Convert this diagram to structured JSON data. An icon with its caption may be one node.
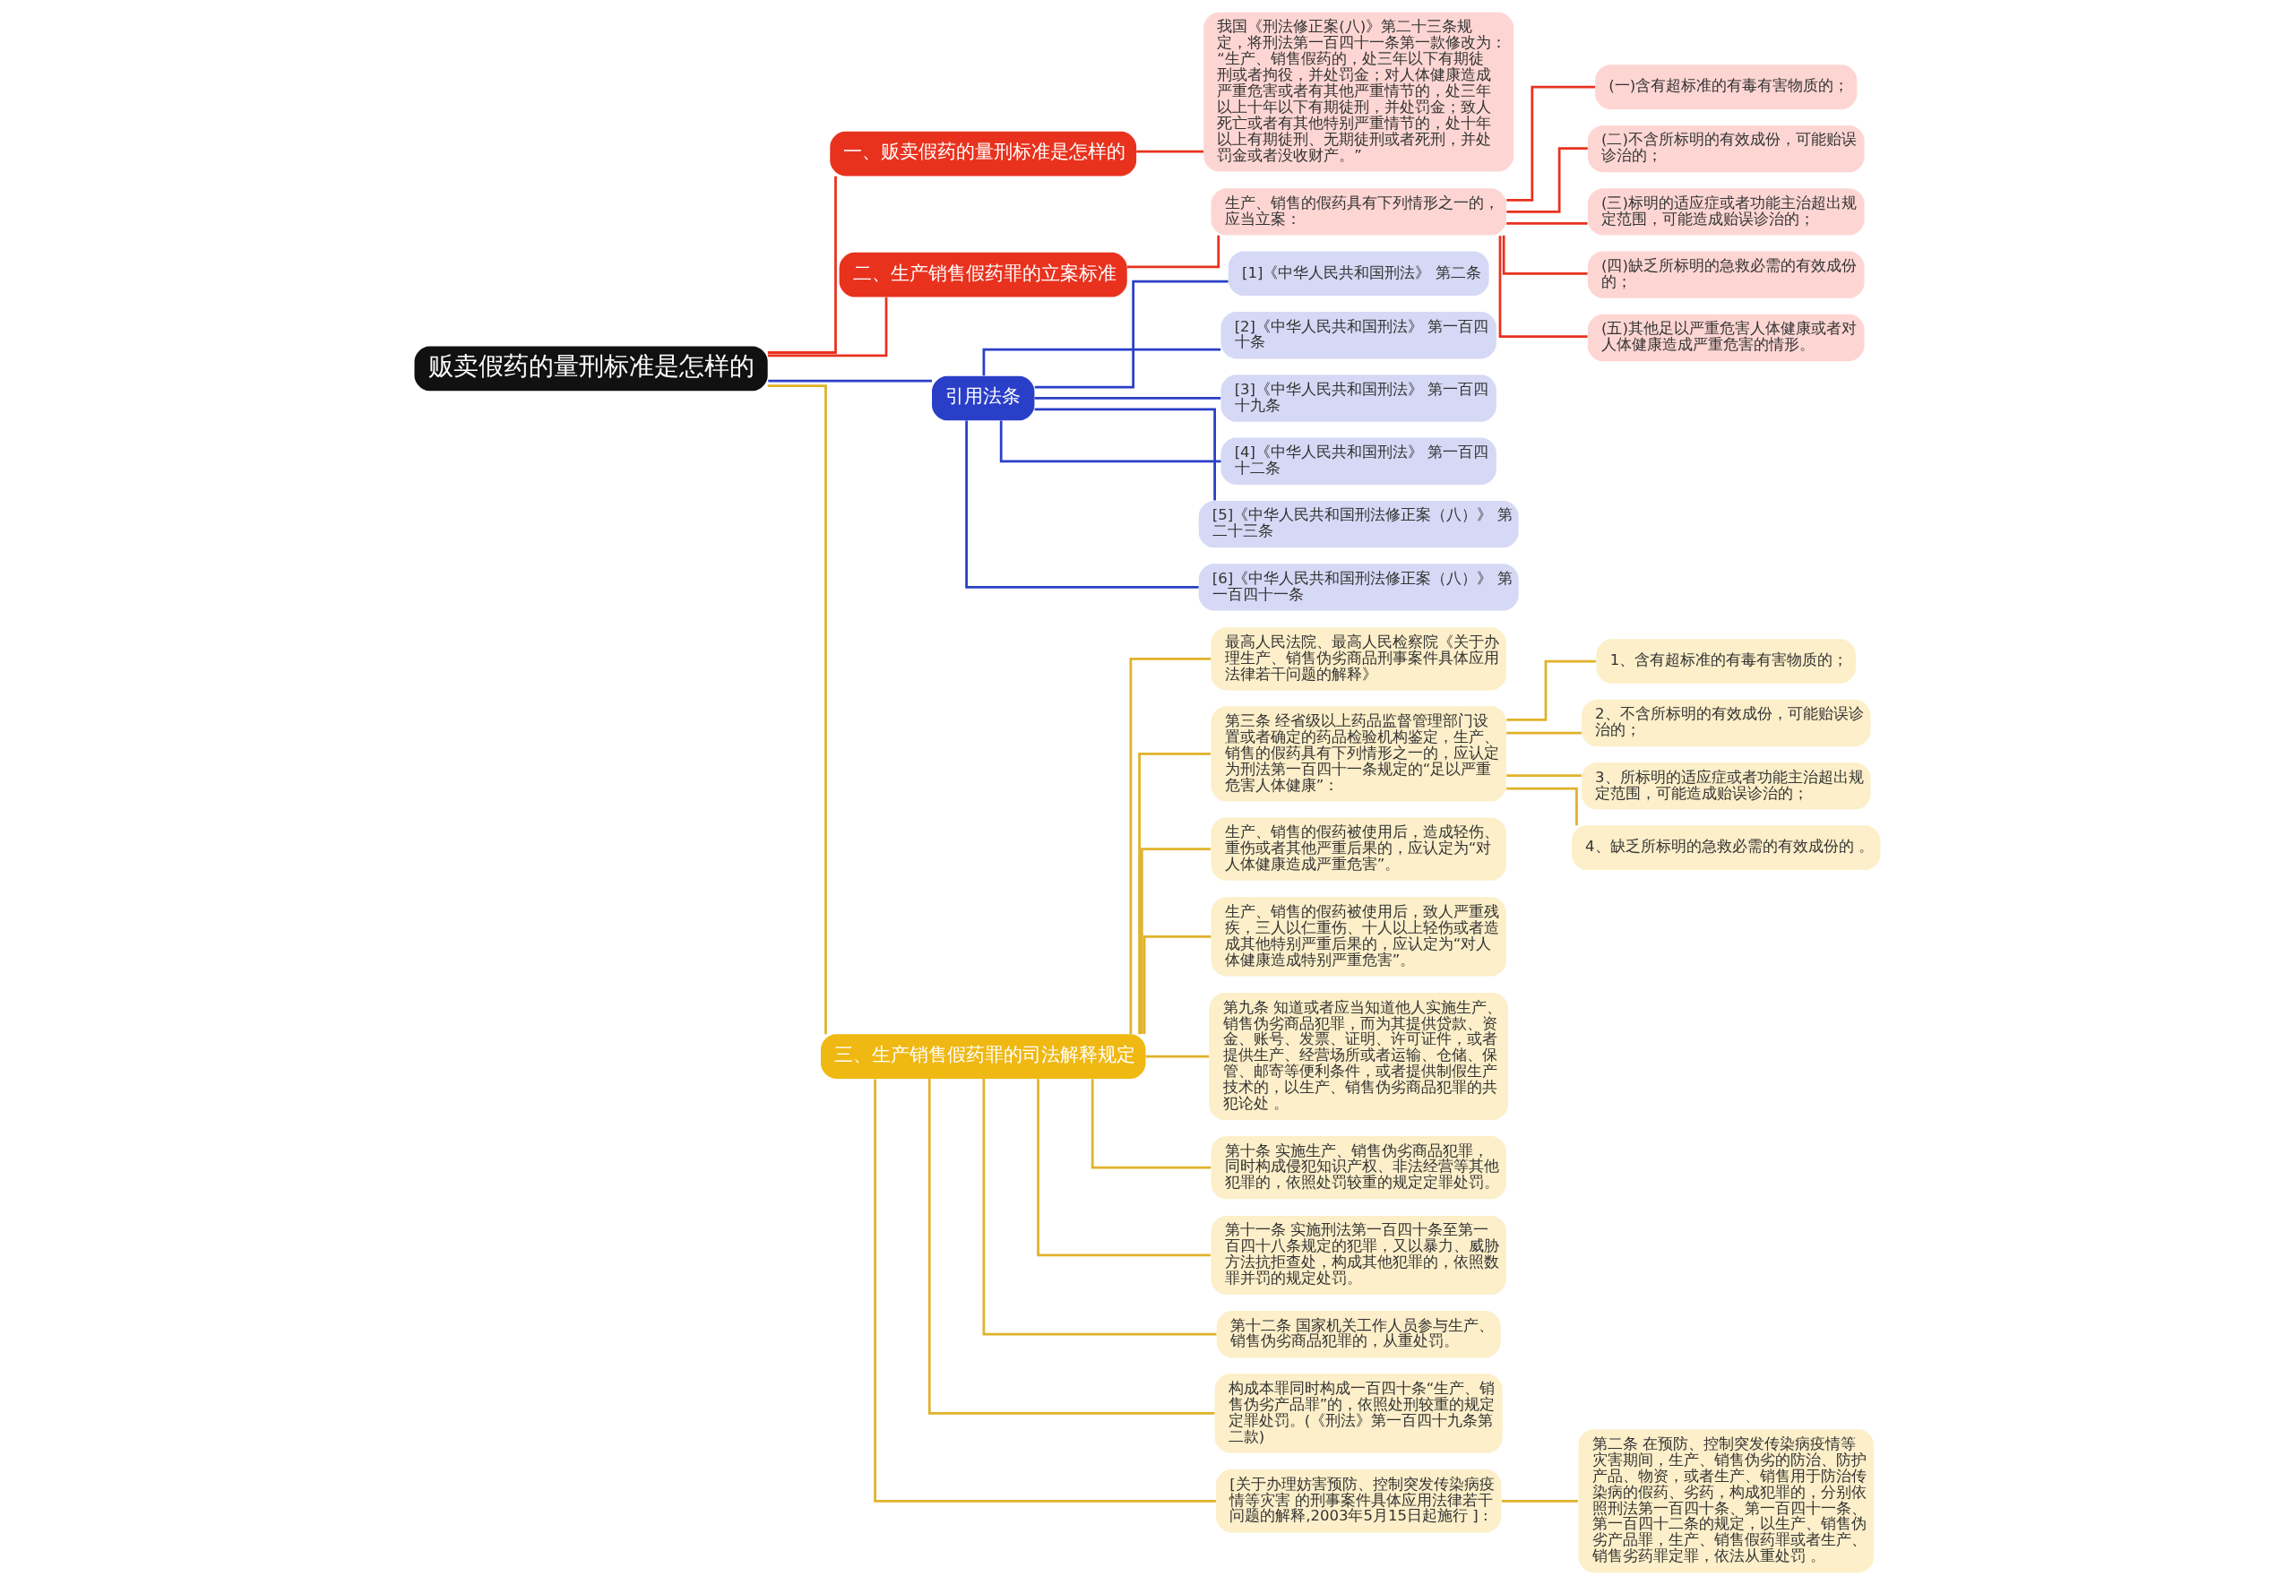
{
  "diagram": {
    "nodes": [
      {
        "text": [
          "贩卖假药的量刑标准是怎样的"
        ]
      },
      {
        "text": [
          "一、贩卖假药的量刑标准是怎样的"
        ]
      },
      {
        "text": [
          "我国《刑法修正案(八)》第二十三条规定，将刑法第一百四十一条第一款修改为：“生产、销售假药的，处三年以下有期徒刑或者拘役，并处罚金；对人体健康造成严重危害或者有其他严重情节的，处三年以上十年以下有期徒刑，并处罚金；致人死亡或者有其他特别严重情节的，处十年以上有期徒刑、无期徒刑或者死刑，并处罚金或者没收财产。”"
        ]
      },
      {
        "text": [
          "二、生产销售假药罪的立案标准"
        ]
      },
      {
        "text": [
          "生产、销售的假药具有下列情形之一的，应当立案："
        ]
      },
      {
        "text": [
          "(一)含有超标准的有毒有害物质的；"
        ]
      },
      {
        "text": [
          "(二)不含所标明的有效成份，可能贻误诊治的；"
        ]
      },
      {
        "text": [
          "(三)标明的适应症或者功能主治超出规定范围，可能造成贻误诊治的；"
        ]
      },
      {
        "text": [
          "(四)缺乏所标明的急救必需的有效成份的；"
        ]
      },
      {
        "text": [
          "(五)其他足以严重危害人体健康或者对人体健康造成严重危害的情形。"
        ]
      },
      {
        "text": [
          "引用法条"
        ]
      },
      {
        "text": [
          "[1]《中华人民共和国刑法》 第二条"
        ]
      },
      {
        "text": [
          "[2]《中华人民共和国刑法》 第一百四十条"
        ]
      },
      {
        "text": [
          "[3]《中华人民共和国刑法》 第一百四十九条"
        ]
      },
      {
        "text": [
          "[4]《中华人民共和国刑法》 第一百四十二条"
        ]
      },
      {
        "text": [
          "[5]《中华人民共和国刑法修正案（八）》 第二十三条"
        ]
      },
      {
        "text": [
          "[6]《中华人民共和国刑法修正案（八）》 第一百四十一条"
        ]
      },
      {
        "text": [
          "三、生产销售假药罪的司法解释规定"
        ]
      },
      {
        "text": [
          "最高人民法院、最高人民检察院《关于办理生产、销售伪劣商品刑事案件具体应用法律若干问题的解释》"
        ]
      },
      {
        "text": [
          "第三条 经省级以上药品监督管理部门设置或者确定的药品检验机构鉴定，生产、销售的假药具有下列情形之一的，应认定为刑法第一百四十一条规定的“足以严重危害人体健康”："
        ]
      },
      {
        "text": [
          "1、含有超标准的有毒有害物质的；"
        ]
      },
      {
        "text": [
          "2、不含所标明的有效成份，可能贻误诊治的；"
        ]
      },
      {
        "text": [
          "3、所标明的适应症或者功能主治超出规定范围，可能造成贻误诊治的；"
        ]
      },
      {
        "text": [
          "4、缺乏所标明的急救必需的有效成份的 。"
        ]
      },
      {
        "text": [
          "生产、销售的假药被使用后，造成轻伤、重伤或者其他严重后果的，应认定为“对人体健康造成严重危害”。"
        ]
      },
      {
        "text": [
          "生产、销售的假药被使用后，致人严重残疾，三人以仁重伤、十人以上轻伤或者造成其他特别严重后果的，应认定为“对人体健康造成特别严重危害”。"
        ]
      },
      {
        "text": [
          "第九条 知道或者应当知道他人实施生产、销售伪劣商品犯罪，而为其提供贷款、资金、账号、发票、证明、许可证件，或者提供生产、经营场所或者运输、仓储、保管、邮寄等便利条件，或者提供制假生产技术的，以生产、销售伪劣商品犯罪的共犯论处 。"
        ]
      },
      {
        "text": [
          "第十条 实施生产、销售伪劣商品犯罪，同时构成侵犯知识产权、非法经营等其他犯罪的，依照处罚较重的规定定罪处罚。"
        ]
      },
      {
        "text": [
          "第十一条 实施刑法第一百四十条至第一百四十八条规定的犯罪，又以暴力、威胁方法抗拒查处，构成其他犯罪的，依照数罪并罚的规定处罚。"
        ]
      },
      {
        "text": [
          "第十二条 国家机关工作人员参与生产、销售伪劣商品犯罪的，从重处罚。"
        ]
      },
      {
        "text": [
          "构成本罪同时构成一百四十条“生产、销售伪劣产品罪”的，依照处刑较重的规定定罪处罚。(《刑法》第一百四十九条第二款)"
        ]
      },
      {
        "text": [
          "[关于办理妨害预防、控制突发传染病疫情等灾害 的刑事案件具体应用法律若干问题的解释,2003年5月15日起施行 ] :"
        ]
      },
      {
        "text": [
          "第二条 在预防、控制突发传染病疫情等灾害期间，生产、销售伪劣的防治、防护产品、物资，或者生产、销售用于防治传染病的假药、劣药，构成犯罪的，分别依照刑法第一百四十条、第一百四十一条、第一百四十二条的规定，以生产、销售伪劣产品罪，生产、销售假药罪或者生产、销售劣药罪定罪，依法从重处罚 。"
        ]
      }
    ],
    "edges": [
      {
        "from": 0,
        "to": 1,
        "arrow": "none",
        "color": "#e8321e"
      },
      {
        "from": 1,
        "to": 2,
        "arrow": "none",
        "color": "#e8321e"
      },
      {
        "from": 0,
        "to": 3,
        "arrow": "none",
        "color": "#e8321e"
      },
      {
        "from": 3,
        "to": 4,
        "arrow": "none",
        "color": "#e8321e"
      },
      {
        "from": 4,
        "to": 5,
        "arrow": "none",
        "color": "#e8321e"
      },
      {
        "from": 4,
        "to": 6,
        "arrow": "none",
        "color": "#e8321e"
      },
      {
        "from": 4,
        "to": 7,
        "arrow": "none",
        "color": "#e8321e"
      },
      {
        "from": 4,
        "to": 8,
        "arrow": "none",
        "color": "#e8321e"
      },
      {
        "from": 4,
        "to": 9,
        "arrow": "none",
        "color": "#e8321e"
      },
      {
        "from": 0,
        "to": 10,
        "arrow": "none",
        "color": "#2a3fc8"
      },
      {
        "from": 10,
        "to": 11,
        "arrow": "none",
        "color": "#2a3fc8"
      },
      {
        "from": 10,
        "to": 12,
        "arrow": "none",
        "color": "#2a3fc8"
      },
      {
        "from": 10,
        "to": 13,
        "arrow": "none",
        "color": "#2a3fc8"
      },
      {
        "from": 10,
        "to": 14,
        "arrow": "none",
        "color": "#2a3fc8"
      },
      {
        "from": 10,
        "to": 15,
        "arrow": "none",
        "color": "#2a3fc8"
      },
      {
        "from": 10,
        "to": 16,
        "arrow": "none",
        "color": "#2a3fc8"
      },
      {
        "from": 0,
        "to": 17,
        "arrow": "none"
      },
      {
        "from": 17,
        "to": 18,
        "arrow": "none"
      },
      {
        "from": 17,
        "to": 19,
        "arrow": "none"
      },
      {
        "from": 19,
        "to": 20,
        "arrow": "none"
      },
      {
        "from": 19,
        "to": 21,
        "arrow": "none"
      },
      {
        "from": 19,
        "to": 22,
        "arrow": "none"
      },
      {
        "from": 19,
        "to": 23,
        "arrow": "none"
      },
      {
        "from": 17,
        "to": 24,
        "arrow": "none"
      },
      {
        "from": 17,
        "to": 25,
        "arrow": "none"
      },
      {
        "from": 17,
        "to": 26,
        "arrow": "none"
      },
      {
        "from": 17,
        "to": 27,
        "arrow": "none"
      },
      {
        "from": 17,
        "to": 28,
        "arrow": "none"
      },
      {
        "from": 17,
        "to": 29,
        "arrow": "none"
      },
      {
        "from": 17,
        "to": 30,
        "arrow": "none"
      },
      {
        "from": 17,
        "to": 31,
        "arrow": "none"
      },
      {
        "from": 31,
        "to": 32,
        "arrow": "none"
      }
    ]
  }
}
